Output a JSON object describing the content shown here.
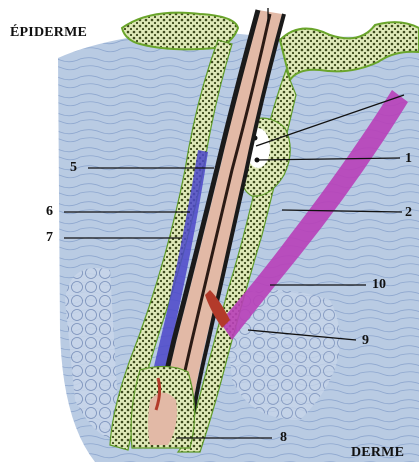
{
  "layer_labels": {
    "top": "ÉPIDERME",
    "bottom": "DERME"
  },
  "callouts": [
    {
      "id": "1",
      "text": "1"
    },
    {
      "id": "2",
      "text": "2"
    },
    {
      "id": "5",
      "text": "5"
    },
    {
      "id": "6",
      "text": "6"
    },
    {
      "id": "7",
      "text": "7"
    },
    {
      "id": "8",
      "text": "8"
    },
    {
      "id": "9",
      "text": "9"
    },
    {
      "id": "10",
      "text": "10"
    }
  ],
  "colors": {
    "dermis": "#b9cbe3",
    "dermis_fiber": "#8ea7cf",
    "epidermis_green": "#8fbf3a",
    "hair_shaft": "#e2b9a6",
    "hair_dark": "#1a1a1a",
    "muscle": "#b83fb8",
    "gland_white": "#ffffff",
    "sheath_blue": "#4b47c9",
    "root_red": "#b33a2a"
  }
}
